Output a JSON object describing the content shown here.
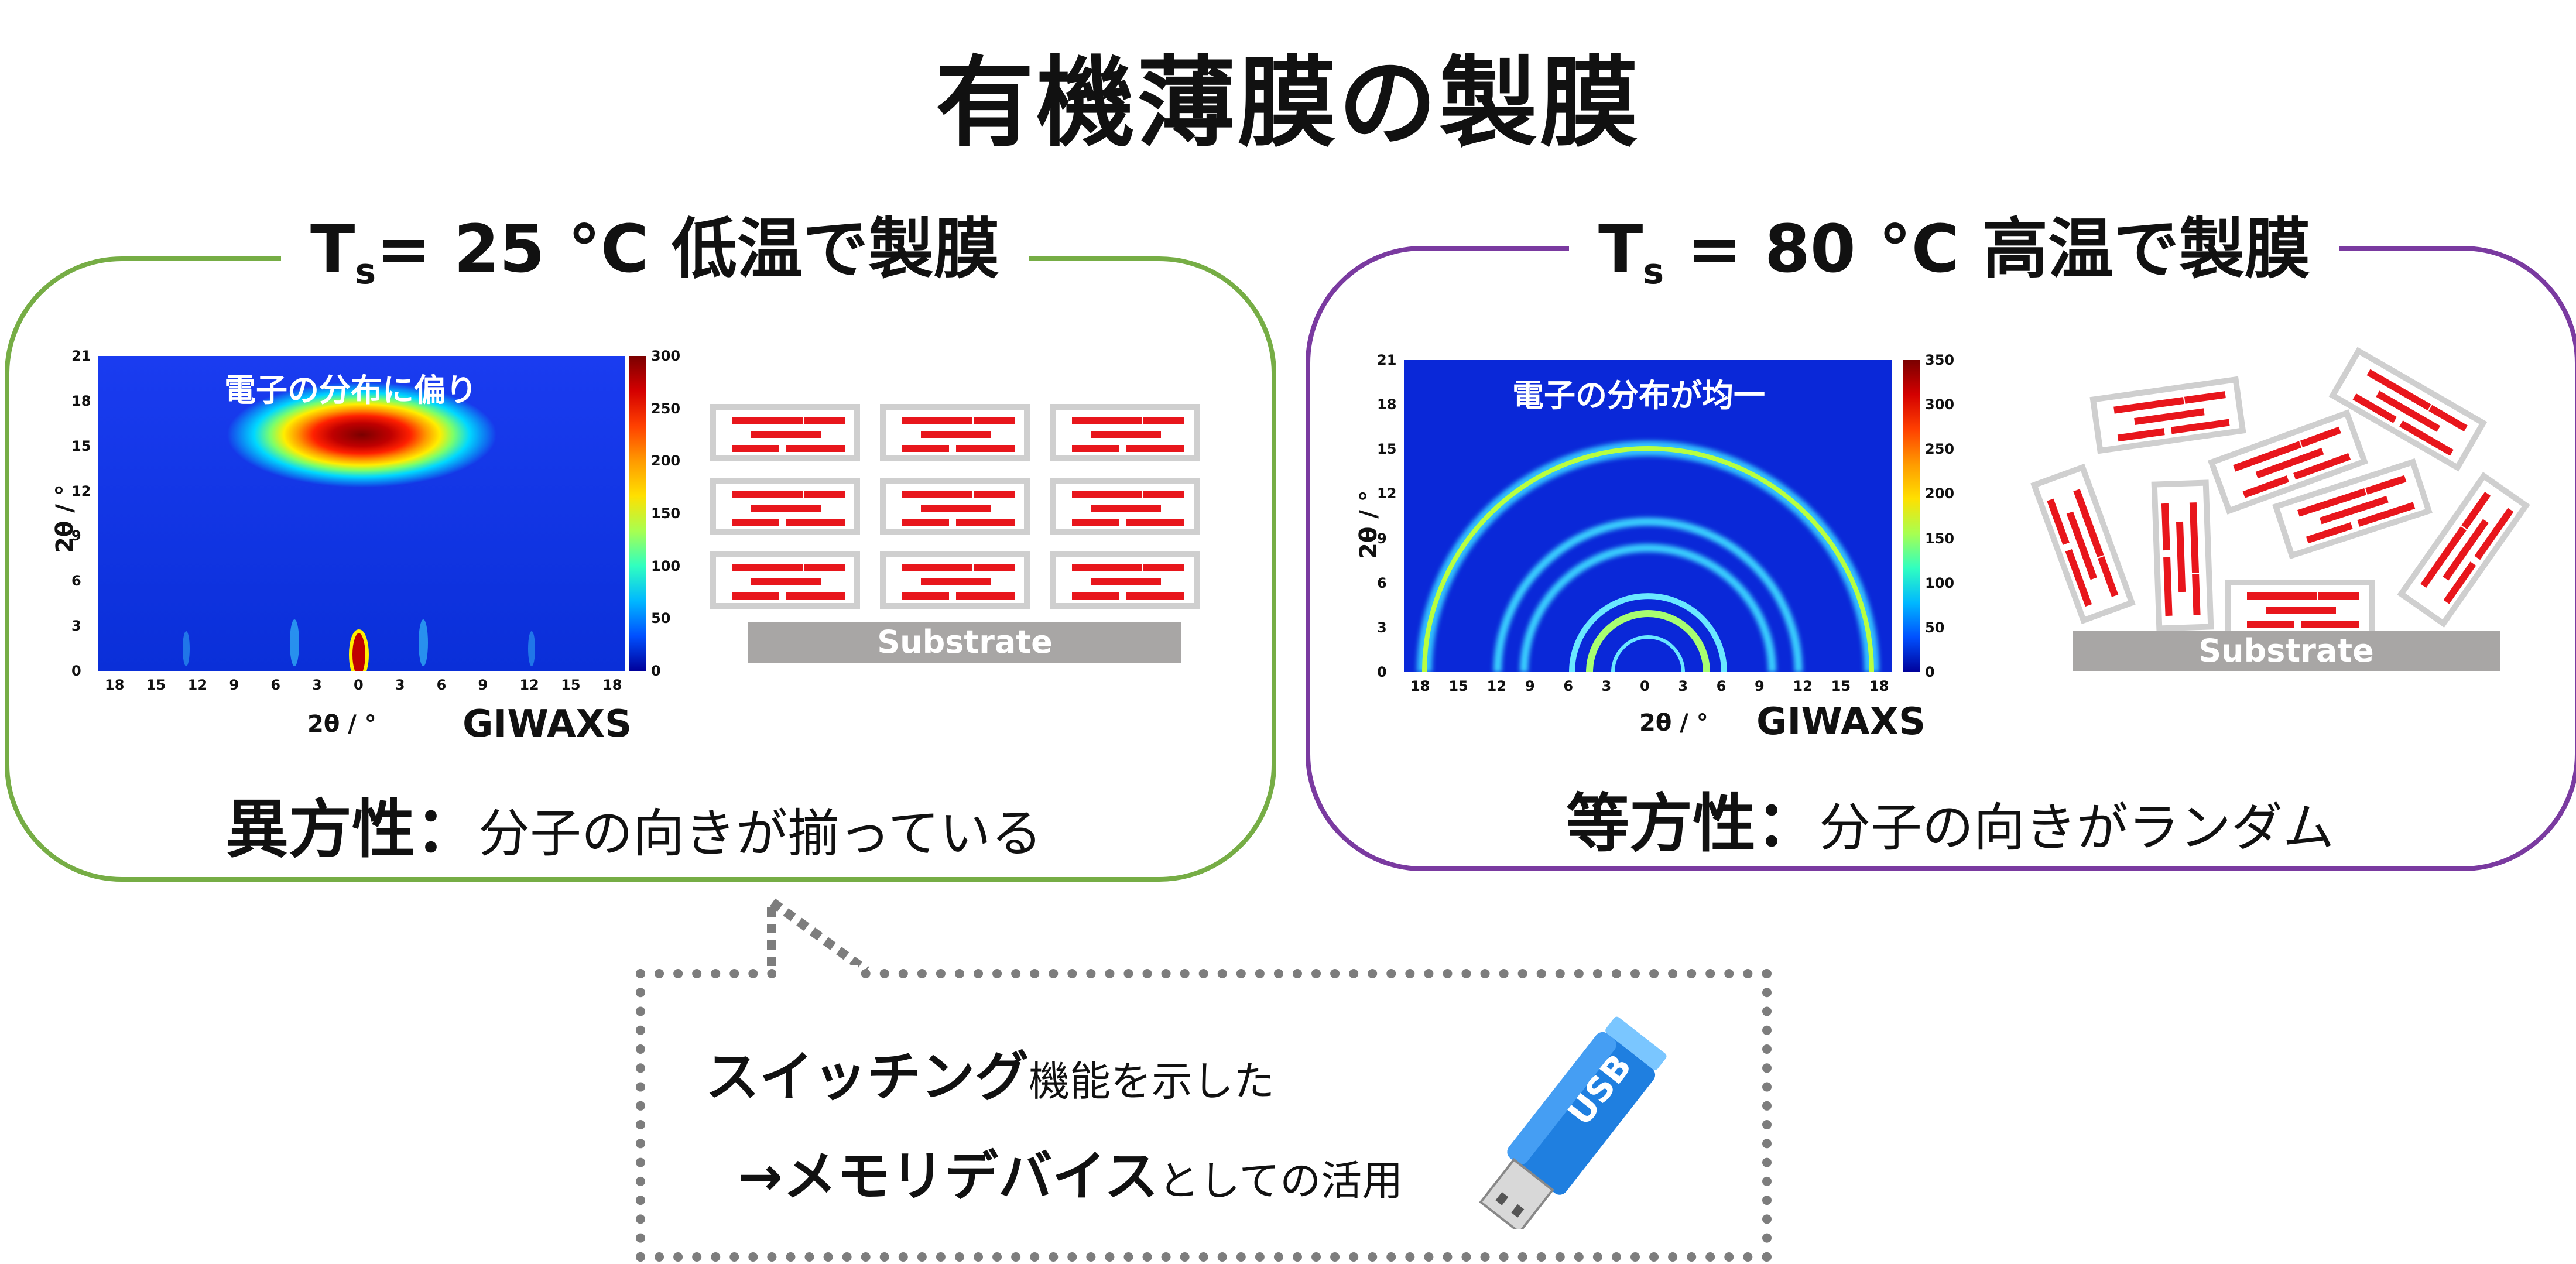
{
  "title": "有機薄膜の製膜",
  "left_panel": {
    "heading_prefix": "T",
    "heading_sub": "s",
    "heading_rest": "= 25 °C 低温で製膜",
    "plot_note": "電子の分布に偏り",
    "y_label": "2θ / °",
    "x_label": "2θ / °",
    "technique": "GIWAXS",
    "colorbar_ticks": [
      "300",
      "250",
      "200",
      "150",
      "100",
      "50",
      "0"
    ],
    "substrate_label": "Substrate",
    "caption_main": "異方性：",
    "caption_detail": "分子の向きが揃っている",
    "border_color": "#76ad45"
  },
  "right_panel": {
    "heading_prefix": "T",
    "heading_sub": "s",
    "heading_rest": " = 80 °C 高温で製膜",
    "plot_note": "電子の分布が均一",
    "y_label": "2θ / °",
    "x_label": "2θ / °",
    "technique": "GIWAXS",
    "colorbar_ticks": [
      "350",
      "300",
      "250",
      "200",
      "150",
      "100",
      "50",
      "0"
    ],
    "substrate_label": "Substrate",
    "caption_main": "等方性：",
    "caption_detail": "分子の向きがランダム",
    "border_color": "#7a3aa0"
  },
  "axis_ticks": {
    "y": [
      "21",
      "18",
      "15",
      "12",
      "9",
      "6",
      "3",
      "0"
    ],
    "x": [
      "18",
      "15",
      "12",
      "9",
      "6",
      "3",
      "0",
      "3",
      "6",
      "9",
      "12",
      "15",
      "18"
    ]
  },
  "callout": {
    "line1_main": "スイッチング",
    "line1_detail": "機能を示した",
    "line2_main": "→メモリデバイス",
    "line2_detail": "としての活用",
    "usb_label": "USB"
  },
  "colors": {
    "molecule_red": "#e8161c",
    "molecule_frame": "#cfcfcf",
    "substrate_gray": "#a8a6a5",
    "usb_blue": "#1f7fe0"
  }
}
